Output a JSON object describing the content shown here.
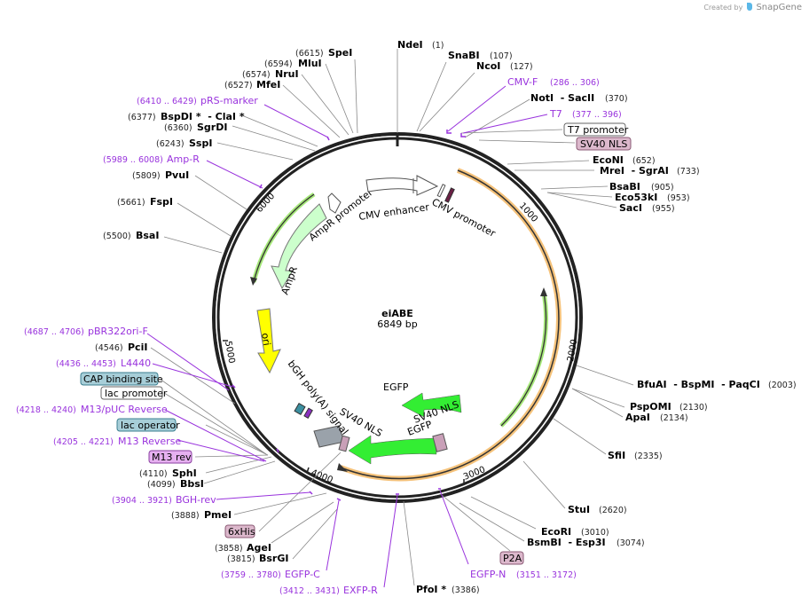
{
  "credit": {
    "prefix": "Created by",
    "brand": "SnapGene"
  },
  "plasmid": {
    "name": "eiABE",
    "size_label": "6849 bp",
    "length": 6849
  },
  "ticks": [
    "1000",
    "2000",
    "3000",
    "4000",
    "5000",
    "6000"
  ],
  "colors": {
    "backbone": "#222222",
    "primer": "#9933dd",
    "site_line": "#888888",
    "orf_orange": "#f5c27a",
    "orf_green": "#a6e87a",
    "egfp": "#33ee33",
    "ori": "#ffff00",
    "ampr": "#ccffcc",
    "sv40": "#c9a0b8",
    "cap": "#7fb3c0",
    "polyA": "#9aa2aa"
  },
  "enzymes": [
    {
      "name": "NdeI",
      "pos": "(1)"
    },
    {
      "name": "SnaBI",
      "pos": "(107)"
    },
    {
      "name": "NcoI",
      "pos": "(127)"
    },
    {
      "name": "NotI  - SacII",
      "pos": "(370)"
    },
    {
      "name": "EcoNI",
      "pos": "(652)"
    },
    {
      "name": "MreI  - SgrAI",
      "pos": "(733)"
    },
    {
      "name": "BsaBI",
      "pos": "(905)"
    },
    {
      "name": "Eco53kI",
      "pos": "(953)"
    },
    {
      "name": "SacI",
      "pos": "(955)"
    },
    {
      "name": "BfuAI  - BspMI  - PaqCI",
      "pos": "(2003)"
    },
    {
      "name": "PspOMI",
      "pos": "(2130)"
    },
    {
      "name": "ApaI",
      "pos": "(2134)"
    },
    {
      "name": "SfiI",
      "pos": "(2335)"
    },
    {
      "name": "StuI",
      "pos": "(2620)"
    },
    {
      "name": "EcoRI",
      "pos": "(3010)"
    },
    {
      "name": "BsmBI  - Esp3I",
      "pos": "(3074)"
    },
    {
      "name": "PfoI *",
      "pos": "(3386)"
    },
    {
      "name": "BsrGI",
      "pos": "(3815)"
    },
    {
      "name": "AgeI",
      "pos": "(3858)"
    },
    {
      "name": "PmeI",
      "pos": "(3888)"
    },
    {
      "name": "BbsI",
      "pos": "(4099)"
    },
    {
      "name": "SphI",
      "pos": "(4110)"
    },
    {
      "name": "PciI",
      "pos": "(4546)"
    },
    {
      "name": "BsaI",
      "pos": "(5500)"
    },
    {
      "name": "FspI",
      "pos": "(5661)"
    },
    {
      "name": "PvuI",
      "pos": "(5809)"
    },
    {
      "name": "SspI",
      "pos": "(6243)"
    },
    {
      "name": "SgrDI",
      "pos": "(6360)"
    },
    {
      "name": "BspDI *  - ClaI *",
      "pos": "(6377)"
    },
    {
      "name": "MfeI",
      "pos": "(6527)"
    },
    {
      "name": "NruI",
      "pos": "(6574)"
    },
    {
      "name": "MluI",
      "pos": "(6594)"
    },
    {
      "name": "SpeI",
      "pos": "(6615)"
    }
  ],
  "primers": [
    {
      "name": "CMV-F",
      "pos": "(286 .. 306)"
    },
    {
      "name": "T7",
      "pos": "(377 .. 396)"
    },
    {
      "name": "EGFP-N",
      "pos": "(3151 .. 3172)"
    },
    {
      "name": "EXFP-R",
      "pos": "(3412 .. 3431)"
    },
    {
      "name": "EGFP-C",
      "pos": "(3759 .. 3780)"
    },
    {
      "name": "BGH-rev",
      "pos": "(3904 .. 3921)"
    },
    {
      "name": "M13 Reverse",
      "pos": "(4205 .. 4221)"
    },
    {
      "name": "M13/pUC Reverse",
      "pos": "(4218 .. 4240)"
    },
    {
      "name": "L4440",
      "pos": "(4436 .. 4453)"
    },
    {
      "name": "pBR322ori-F",
      "pos": "(4687 .. 4706)"
    },
    {
      "name": "Amp-R",
      "pos": "(5989 .. 6008)"
    },
    {
      "name": "pRS-marker",
      "pos": "(6410 .. 6429)"
    }
  ],
  "boxed_features": [
    {
      "name": "T7 promoter",
      "fill": "#ffffff"
    },
    {
      "name": "SV40 NLS",
      "fill": "#dcb8cc"
    },
    {
      "name": "P2A",
      "fill": "#dcb8cc"
    },
    {
      "name": "6xHis",
      "fill": "#dcb8cc"
    },
    {
      "name": "M13 rev",
      "fill": "#e6b0f0"
    },
    {
      "name": "lac operator",
      "fill": "#a7ced8"
    },
    {
      "name": "lac promoter",
      "fill": "#ffffff"
    },
    {
      "name": "CAP binding site",
      "fill": "#a7ced8"
    }
  ],
  "inner_features": {
    "cmv_enhancer": "CMV enhancer",
    "cmv_promoter": "CMV promoter",
    "ampr_promoter": "AmpR promoter",
    "ampr": "AmpR",
    "ori": "ori",
    "bgh": "bGH poly(A) signal",
    "egfp_top": "EGFP",
    "egfp_bottom": "EGFP",
    "sv40_nls_left": "SV40 NLS",
    "sv40_nls_right": "SV40 NLS"
  }
}
